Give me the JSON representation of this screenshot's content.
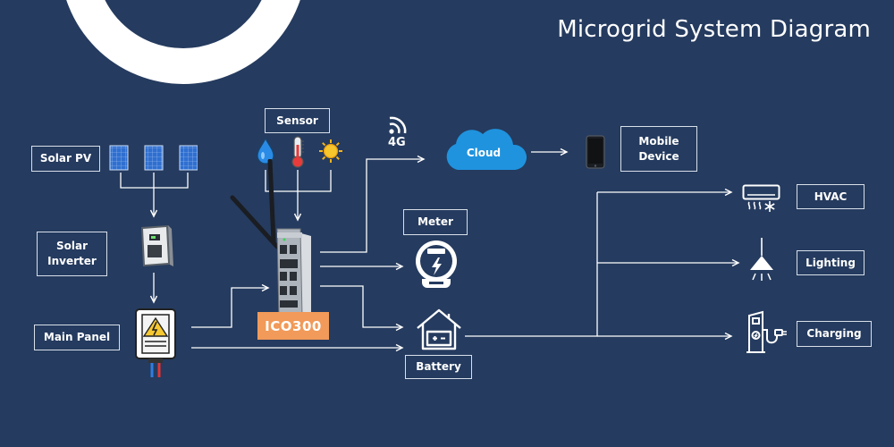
{
  "diagram": {
    "title": "Microgrid System Diagram",
    "labels": {
      "solar_pv": "Solar PV",
      "solar_inverter": "Solar\nInverter",
      "main_panel": "Main Panel",
      "sensor": "Sensor",
      "gateway": "ICO300",
      "signal": "4G",
      "cloud": "Cloud",
      "mobile_device": "Mobile\nDevice",
      "meter": "Meter",
      "battery": "Battery",
      "hvac": "HVAC",
      "lighting": "Lighting",
      "charging": "Charging"
    },
    "colors": {
      "background": "#253b5f",
      "line": "#ffffff",
      "accent": "#f19a59",
      "cloud": "#1e90dc",
      "solar_panel": "#2f6fd0"
    },
    "icons": {
      "solar_panels": "solar-panel-icon",
      "inverter": "inverter-icon",
      "main_panel": "electrical-panel-icon",
      "sensors": [
        "water-drop-icon",
        "thermometer-icon",
        "sun-icon"
      ],
      "gateway": "industrial-gateway-icon",
      "signal": "wifi-signal-icon",
      "cloud": "cloud-icon",
      "mobile": "smartphone-icon",
      "meter": "electric-meter-icon",
      "battery": "battery-house-icon",
      "hvac": "air-conditioner-icon",
      "lighting": "ceiling-lamp-icon",
      "charging": "ev-charger-icon"
    }
  }
}
